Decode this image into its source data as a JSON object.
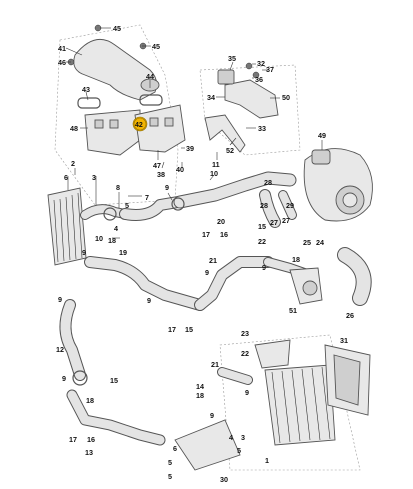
{
  "diagram": {
    "callouts": [
      "1",
      "2",
      "3",
      "4",
      "5",
      "6",
      "7",
      "8",
      "9",
      "10",
      "11",
      "12",
      "13",
      "14",
      "15",
      "16",
      "17",
      "18",
      "19",
      "20",
      "21",
      "22",
      "23",
      "24",
      "25",
      "26",
      "27",
      "28",
      "29",
      "30",
      "31",
      "32",
      "33",
      "34",
      "35",
      "36",
      "37",
      "38",
      "39",
      "40",
      "41",
      "42",
      "43",
      "44",
      "45",
      "46",
      "47",
      "48",
      "49",
      "50",
      "51",
      "52"
    ],
    "highlighted_callout": "42",
    "highlight_color": "#f2b400",
    "line_color": "#555555",
    "part_fill_color": "#e8e8e8"
  }
}
